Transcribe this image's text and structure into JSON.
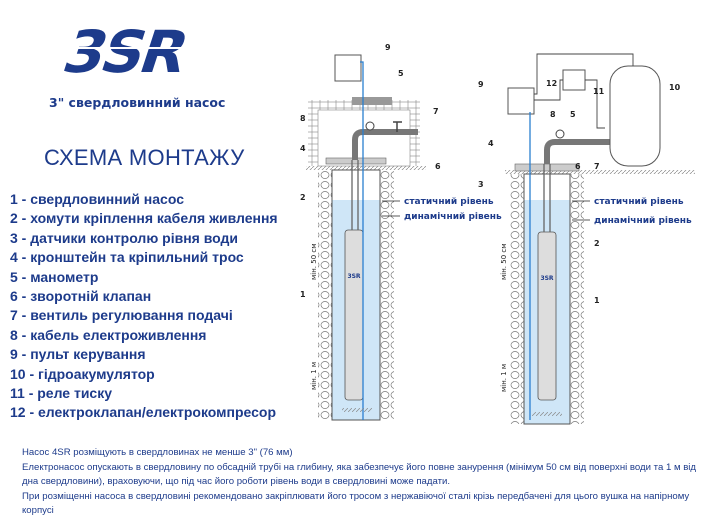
{
  "logo": {
    "text": "3SR",
    "color": "#1d3b8b"
  },
  "subtitle": "3\" свердловинний насос",
  "title": "СХЕМА МОНТАЖУ",
  "legend": [
    "1 - свердловинний насос",
    "2 - хомути кріплення кабеля живлення",
    "3 - датчики контролю рівня води",
    "4 - кронштейн та кріпильний трос",
    "5 - манометр",
    "6 - зворотній клапан",
    "7 - вентиль регулювання подачі",
    "8 - кабель електроживлення",
    "9 - пульт керування",
    "10 - гідроакумулятор",
    "11 - реле тиску",
    "12 - електроклапан/електрокомпресор"
  ],
  "diagram": {
    "static_level": "статичний рівень",
    "dynamic_level": "динамічний рівень",
    "min_50": "мін. 50 см",
    "min_1m": "мін. 1 м",
    "pump_logo": "3SR",
    "left_labels": [
      "9",
      "5",
      "8",
      "7",
      "4",
      "6",
      "2",
      "1"
    ],
    "right_labels": [
      "9",
      "12",
      "11",
      "10",
      "8",
      "5",
      "4",
      "6",
      "7",
      "3",
      "2",
      "1"
    ],
    "water_color": "#cfe6f7",
    "cable_color": "#2a7fd0"
  },
  "notes": [
    "Насос 4SR розміщують в свердловинах не менше 3\" (76 мм)",
    "Електронасос опускають в свердловину по обсадній трубі на глибину, яка забезпечує його повне занурення (мінімум 50 см від поверхні води та 1 м від дна свердловини), враховуючи, що під час його роботи рівень води в свердловині може падати.",
    "При розміщенні насоса в свердловині рекомендовано закріплювати його тросом з нержавіючої сталі крізь передбачені для цього вушка на напірному корпусі"
  ]
}
